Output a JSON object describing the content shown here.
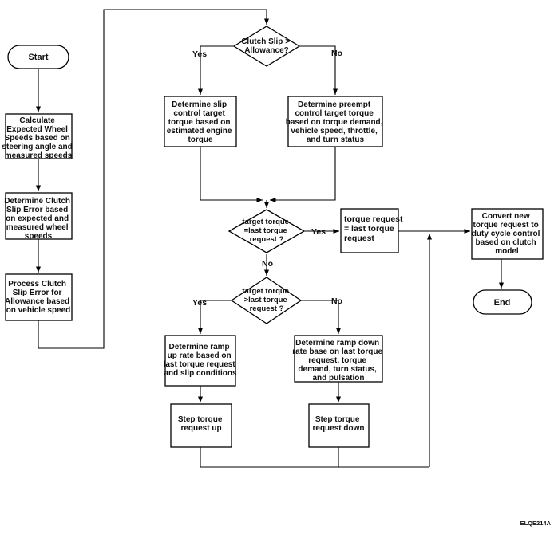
{
  "terminals": {
    "start": "Start",
    "end": "End"
  },
  "left_column": {
    "calc_speeds": [
      "Calculate",
      "Expected Wheel",
      "Speeds based on",
      "steering angle and",
      "measured speeds"
    ],
    "clutch_slip_error": [
      "Determine Clutch",
      "Slip Error based",
      "on expected and",
      "measured  wheel",
      "speeds"
    ],
    "process_error": [
      "Process Clutch",
      "Slip Error for",
      "Allowance based",
      "on vehicle speed"
    ]
  },
  "decisions": {
    "slip_allowance": [
      "Clutch Slip >",
      "Allowance?"
    ],
    "torque_equal": [
      "target torque",
      "=last torque",
      "request ?"
    ],
    "torque_greater": [
      "target torque",
      ">last torque",
      "request ?"
    ]
  },
  "process": {
    "slip_control": [
      "Determine slip",
      "control target",
      "torque based on",
      "estimated engine",
      "torque"
    ],
    "preempt_control": [
      "Determine preempt",
      "control target torque",
      "based on torque demand,",
      "vehicle speed, throttle,",
      "and turn status"
    ],
    "torque_request_last": [
      "torque request",
      "= last torque",
      "request"
    ],
    "convert_request": [
      "Convert new",
      "torque request to",
      "duty cycle control",
      "based on clutch",
      "model"
    ],
    "ramp_up_rate": [
      "Determine ramp",
      "up rate based on",
      "last torque request",
      "and slip conditions"
    ],
    "ramp_down_rate": [
      "Determine ramp down",
      "rate base on last torque",
      "request, torque",
      "demand, turn status,",
      "and pulsation"
    ],
    "step_up": [
      "Step torque",
      "request up"
    ],
    "step_down": [
      "Step torque",
      "request down"
    ]
  },
  "branch_labels": {
    "slip_yes": "Yes",
    "slip_no": "No",
    "equal_yes": "Yes",
    "equal_no": "No",
    "greater_yes": "Yes",
    "greater_no": "No"
  },
  "figure_id": "ELQE214A"
}
